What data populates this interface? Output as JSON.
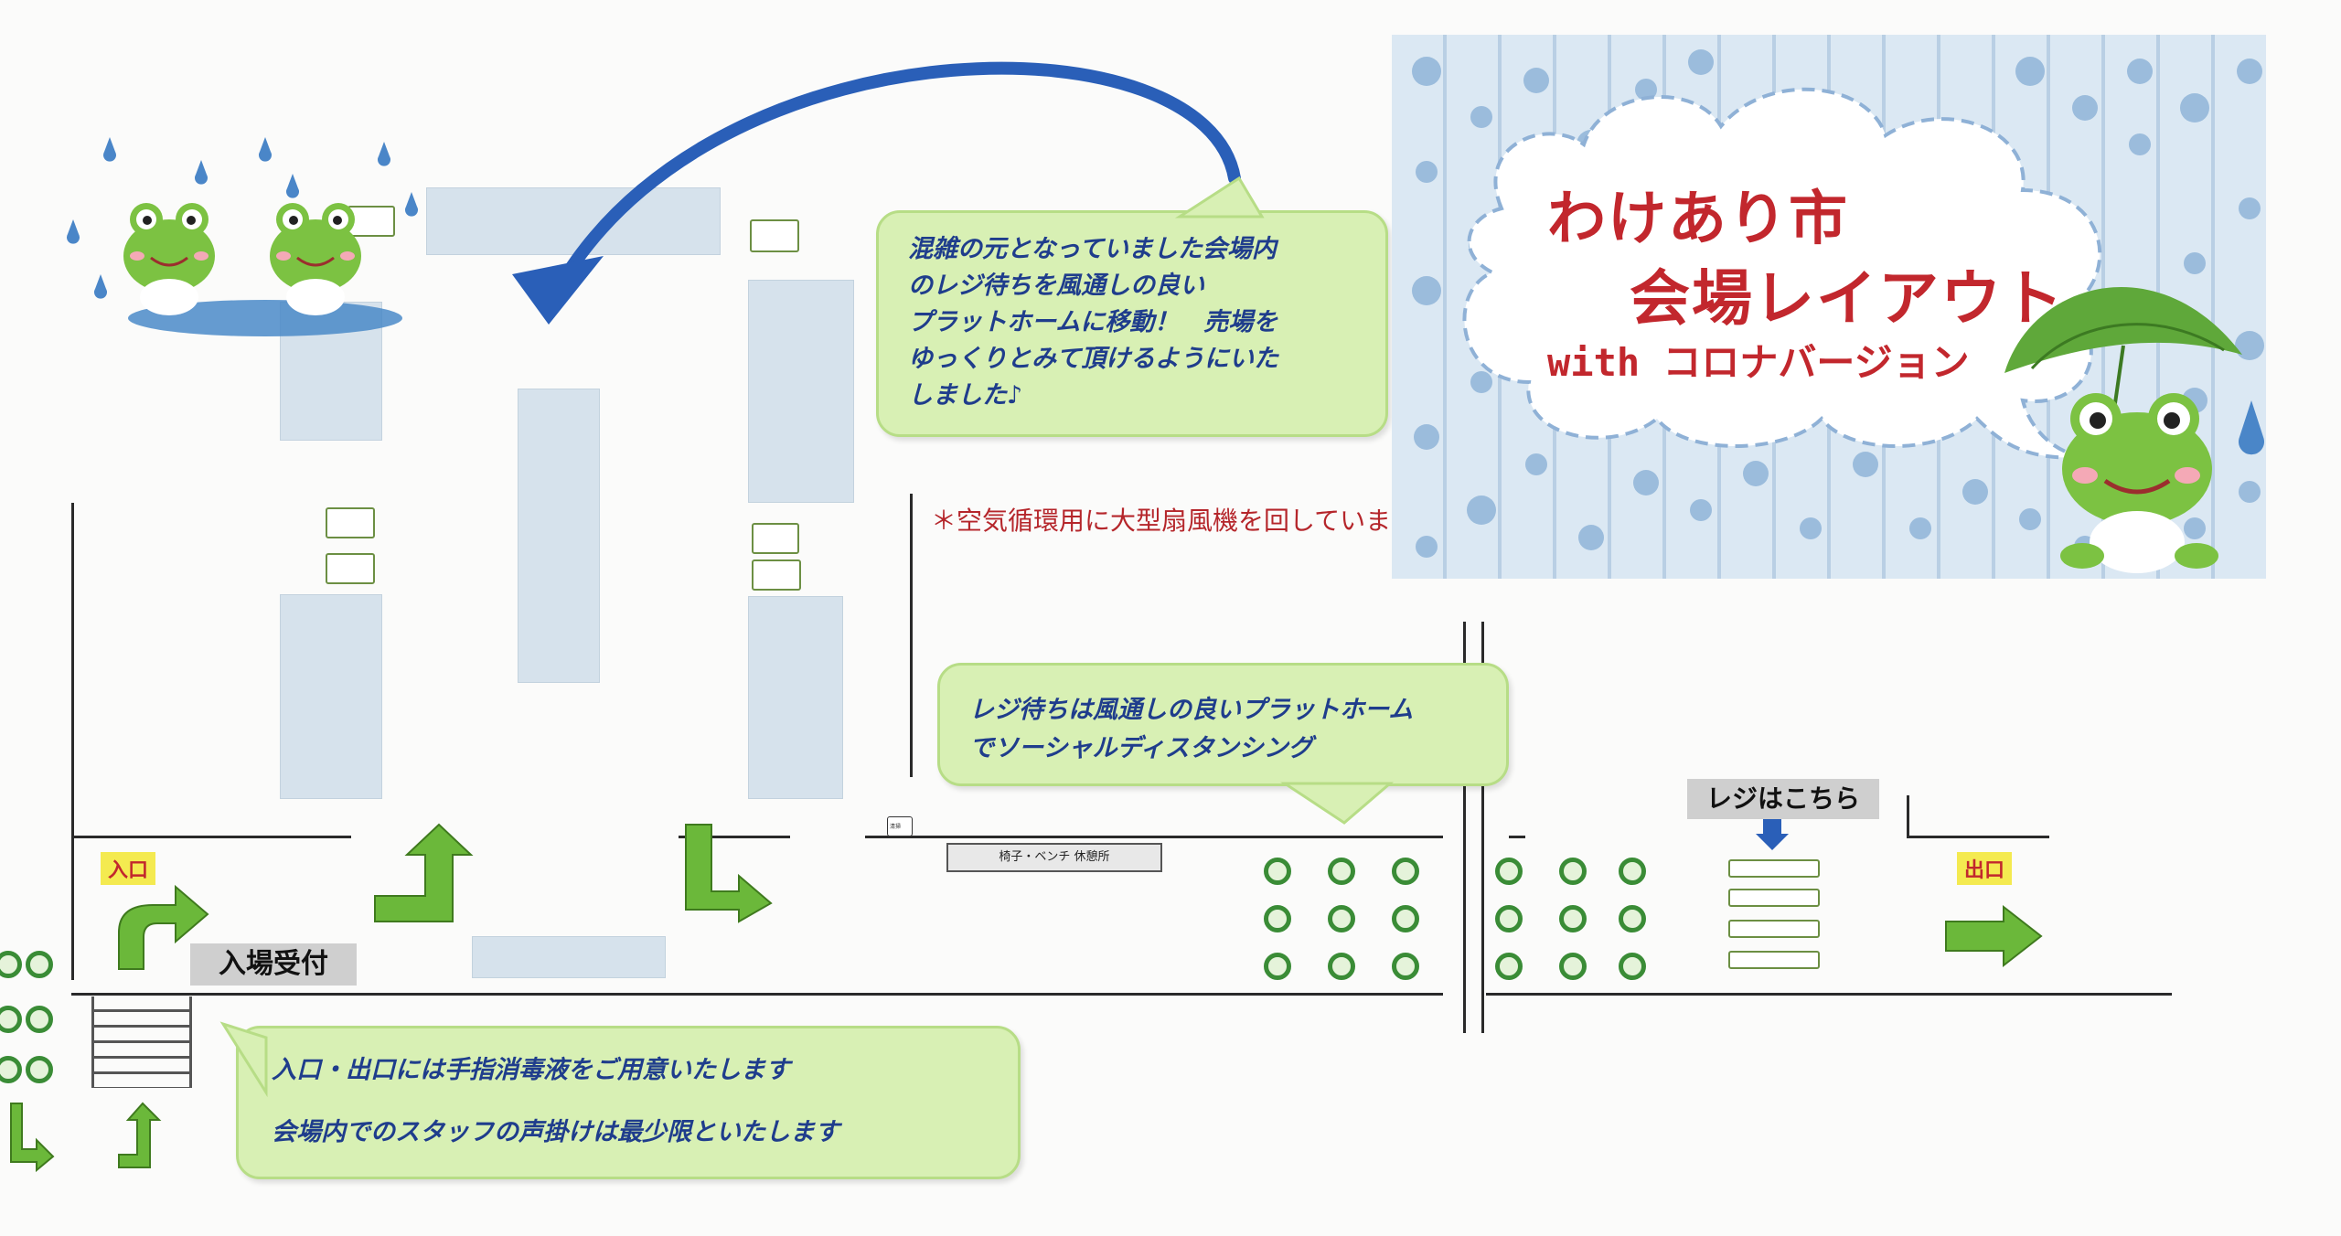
{
  "title_card": {
    "line1": "わけあり市",
    "line2": "会場レイアウト",
    "line3": "with コロナバージョン"
  },
  "callouts": {
    "top_lines": [
      "混雑の元となっていました会場内",
      "のレジ待ちを風通しの良い",
      "プラットホームに移動！　売場を",
      "ゆっくりとみて頂けるようにいた",
      "しました♪"
    ],
    "middle_lines": [
      "レジ待ちは風通しの良いプラットホーム",
      "でソーシャルディスタンシング"
    ],
    "bottom_lines": [
      "入口・出口には手指消毒液をご用意いたします",
      "会場内でのスタッフの声掛けは最少限といたします"
    ]
  },
  "notes": {
    "fan": "＊空気循環用に大型扇風機を回しています"
  },
  "labels": {
    "entrance": "入口",
    "exit": "出口",
    "reception": "入場受付",
    "register": "レジはこちら",
    "rest_area": "椅子・ベンチ 休憩所",
    "small_box": "清掃"
  },
  "colors": {
    "callout_fill": "#d8f0b4",
    "callout_text": "#1f3d8c",
    "title_red": "#c2272d",
    "arrow_green": "#6bb83a",
    "arrow_blue": "#2a5fb8",
    "frog_green": "#7cc242"
  }
}
